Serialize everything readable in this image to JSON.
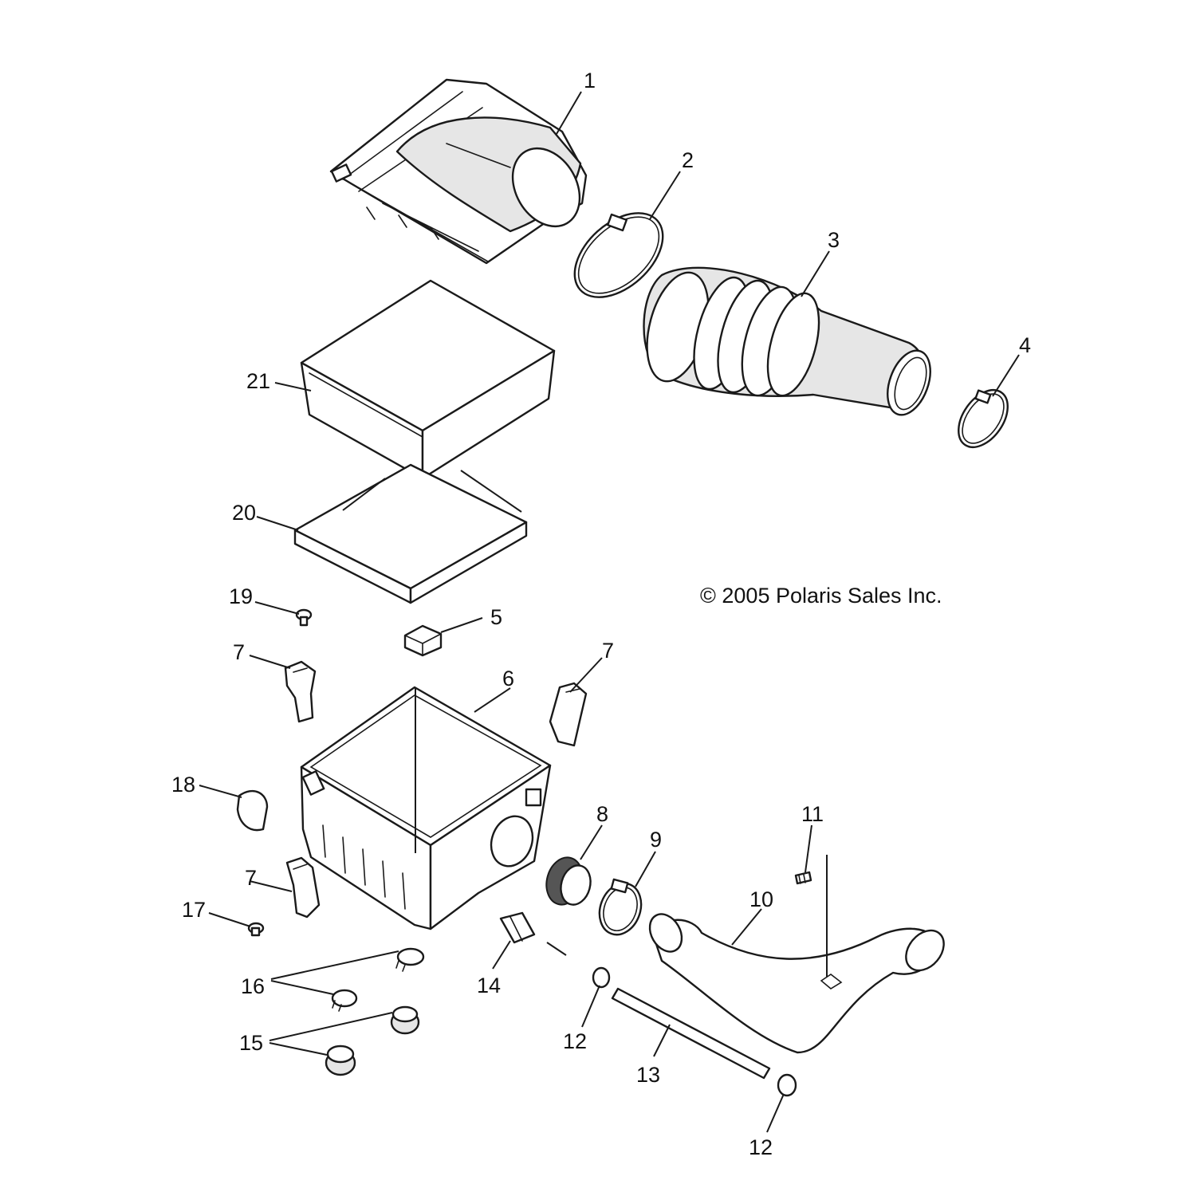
{
  "copyright": "© 2005 Polaris Sales Inc.",
  "callouts": {
    "c1": "1",
    "c2": "2",
    "c3": "3",
    "c4": "4",
    "c5": "5",
    "c6": "6",
    "c7a": "7",
    "c7b": "7",
    "c7c": "7",
    "c8": "8",
    "c9": "9",
    "c10": "10",
    "c11": "11",
    "c12a": "12",
    "c12b": "12",
    "c13": "13",
    "c14": "14",
    "c15": "15",
    "c16": "16",
    "c17": "17",
    "c18": "18",
    "c19": "19",
    "c20": "20",
    "c21": "21"
  }
}
